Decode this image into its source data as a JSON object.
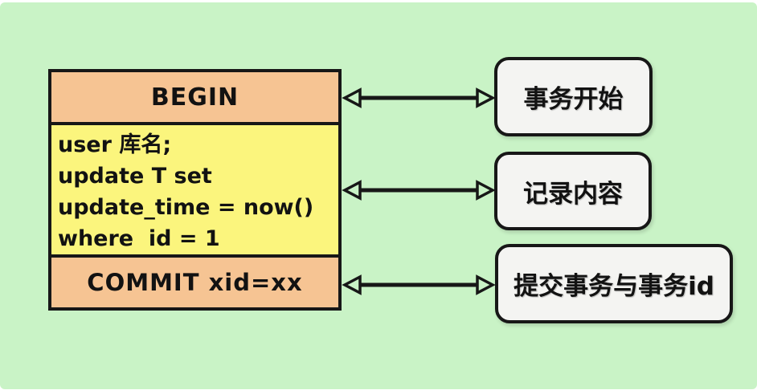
{
  "colors": {
    "page_edge": "#ffffff",
    "background": "#c9f3c6",
    "row_orange": "#f6c493",
    "row_yellow": "#fbf57d",
    "box_fill": "#f4f4f2",
    "border": "#171717",
    "text": "#121212"
  },
  "sql_block": {
    "begin_label": "BEGIN",
    "code_lines": [
      "user 库名;",
      "update T set",
      "update_time = now()",
      "where  id = 1"
    ],
    "commit_label": "COMMIT xid=xx"
  },
  "annotations": {
    "transaction_start": "事务开始",
    "record_content": "记录内容",
    "commit_with_xid": "提交事务与事务id"
  }
}
